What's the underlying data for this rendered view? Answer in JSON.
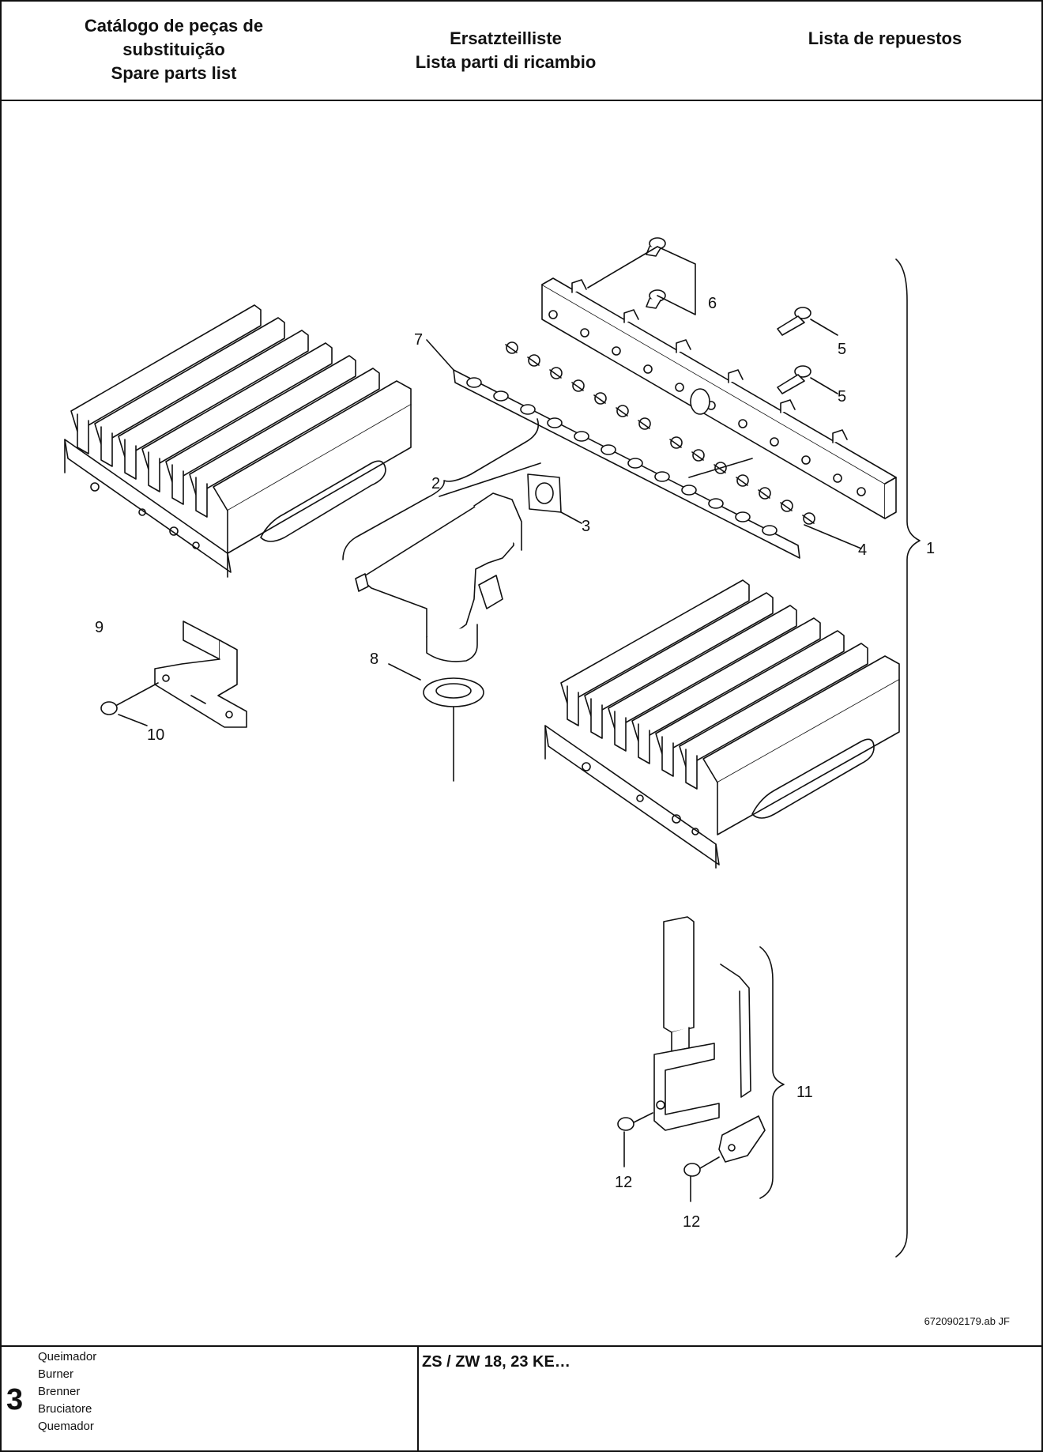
{
  "header": {
    "col_left": [
      "Catálogo de peças de",
      "substituição",
      "Spare parts list"
    ],
    "col_center": [
      "Ersatzteilliste",
      "Lista parti di ricambio"
    ],
    "col_right": [
      "Lista de repuestos"
    ]
  },
  "diagram": {
    "callouts": [
      "1",
      "2",
      "3",
      "4",
      "5",
      "5",
      "6",
      "7",
      "8",
      "9",
      "10",
      "11",
      "12",
      "12"
    ],
    "drawing_id": "6720902179.ab   JF"
  },
  "footer": {
    "section_number": "3",
    "components": [
      "Queimador",
      "Burner",
      "Brenner",
      "Bruciatore",
      "Quemador"
    ],
    "model": "ZS / ZW 18, 23 KE…"
  }
}
